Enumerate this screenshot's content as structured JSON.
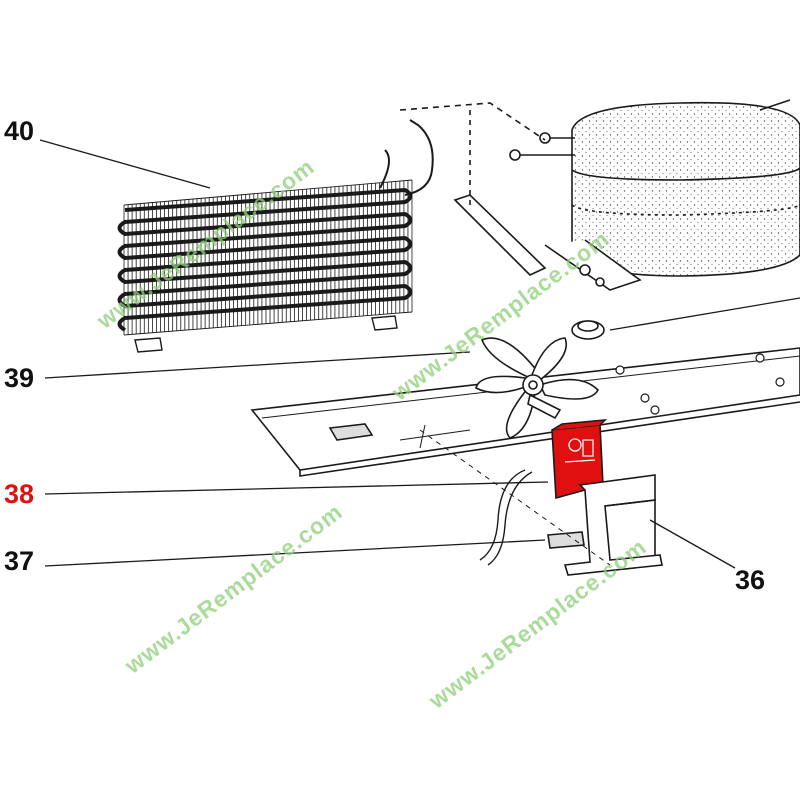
{
  "callouts": [
    {
      "label": "40"
    },
    {
      "label": "39"
    },
    {
      "label": "38",
      "highlight": true
    },
    {
      "label": "37"
    },
    {
      "label": "36"
    }
  ],
  "watermark": "www.JeRemplace.com",
  "colors": {
    "line": "#1a1a1a",
    "highlight": "#e01010",
    "watermark": "#8fcf7a",
    "background": "#ffffff"
  },
  "icons": [
    "condenser-coil-icon",
    "compressor-icon",
    "fan-blade-icon",
    "fan-motor-icon",
    "mounting-bracket-icon",
    "grommet-icon"
  ]
}
